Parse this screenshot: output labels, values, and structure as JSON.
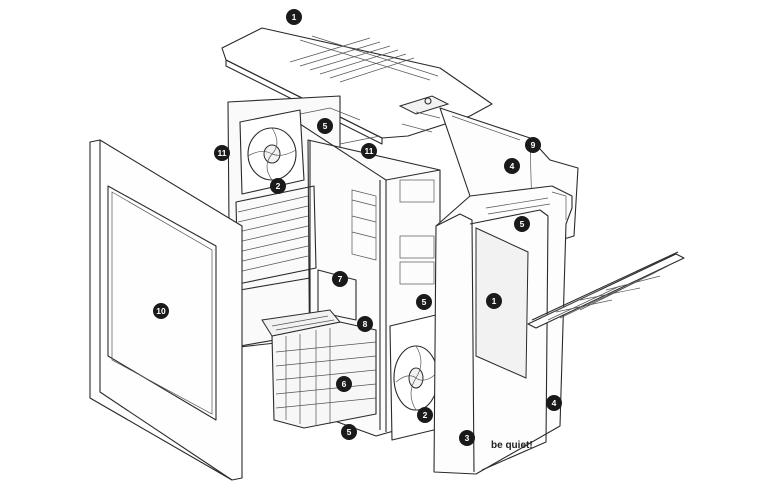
{
  "diagram": {
    "brand_text": "be quiet!",
    "callouts": [
      {
        "id": "c-top-cover",
        "label": "1",
        "part": "top cover"
      },
      {
        "id": "c-top-bracket",
        "label": "5",
        "part": "top mount"
      },
      {
        "id": "c-top-11",
        "label": "11",
        "part": "top"
      },
      {
        "id": "c-back-11",
        "label": "11",
        "part": "rear"
      },
      {
        "id": "c-rear-9",
        "label": "9",
        "part": "rear"
      },
      {
        "id": "c-rear-4",
        "label": "4",
        "part": "rear"
      },
      {
        "id": "c-rear-fan",
        "label": "2",
        "part": "rear fan"
      },
      {
        "id": "c-side-10",
        "label": "10",
        "part": "side panel"
      },
      {
        "id": "c-mid-7",
        "label": "7",
        "part": "mid"
      },
      {
        "id": "c-mid-8",
        "label": "8",
        "part": "mid"
      },
      {
        "id": "c-front-5",
        "label": "5",
        "part": "front bay"
      },
      {
        "id": "c-front-bay-5",
        "label": "5",
        "part": "front bay"
      },
      {
        "id": "c-front-panel-1",
        "label": "1",
        "part": "front panel"
      },
      {
        "id": "c-hdd-6",
        "label": "6",
        "part": "drive cage"
      },
      {
        "id": "c-front-fan-2",
        "label": "2",
        "part": "front fan"
      },
      {
        "id": "c-bottom-5",
        "label": "5",
        "part": "bottom"
      },
      {
        "id": "c-front-3",
        "label": "3",
        "part": "front"
      },
      {
        "id": "c-front-4",
        "label": "4",
        "part": "front"
      }
    ]
  }
}
